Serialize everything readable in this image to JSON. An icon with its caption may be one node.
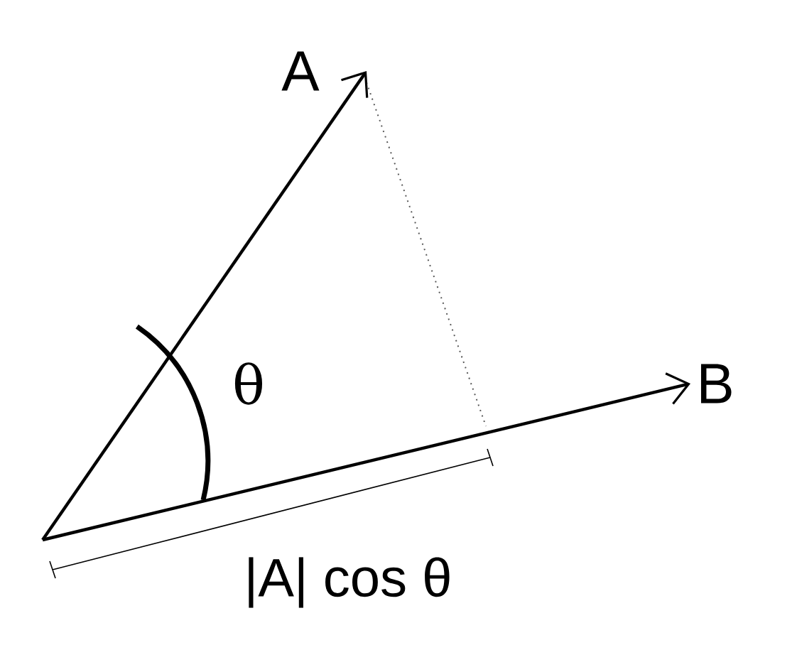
{
  "diagram": {
    "nodes": [
      {
        "text": [
          "A"
        ]
      },
      {
        "text": [
          "B"
        ]
      }
    ],
    "edges": [
      {
        "from": null,
        "to": 0,
        "arrow": "to"
      },
      {
        "from": null,
        "to": 1,
        "arrow": "to"
      }
    ],
    "labels": [
      "θ",
      "|A| cos θ"
    ]
  }
}
